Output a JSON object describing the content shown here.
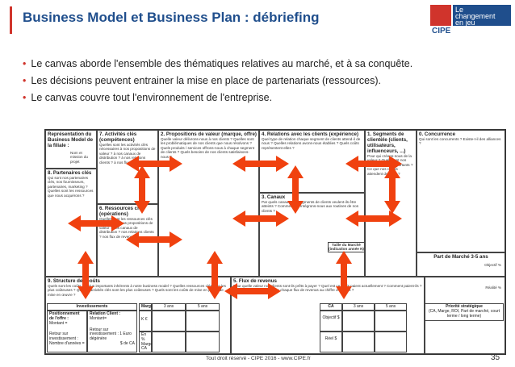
{
  "header": {
    "title": "Business Model et Business Plan : débriefing",
    "logo_abbr": "CIPE",
    "logo_line1": "Le",
    "logo_line2": "changement",
    "logo_line3": "en jeu"
  },
  "bullets": [
    "Le canvas aborde l'ensemble des thématiques relatives au marché, et à sa conquête.",
    "Les décisions peuvent entrainer la mise en place de partenariats (ressources).",
    "Le canvas couvre tout l'environnement de l'entreprise."
  ],
  "canvas": {
    "c_rep_title": "Représentation du Business Model de la filiale :",
    "c_rep_note": "Nom et mission du projet",
    "c7_title": "7. Activités clés (compétences)",
    "c7_text": "Quelles sont les activités clés nécessaires à nos propositions de valeur ? à nos canaux de distribution ? à nos relations clients ? à nos flux de revenus ?",
    "c2_title": "2. Propositions de valeur (marque, offre)",
    "c2_text": "Quelle valeur délivrons-nous à nos clients ? Quelles sont les problématiques de nos clients que nous résolvons ? Quels produits / services offrons-nous à chaque segment de clients ? Quels besoins de nos clients satisfaisons-nous ?",
    "c4_title": "4. Relations avec les clients (expérience)",
    "c4_text": "Quel type de relation chaque segment de clients attend-il de nous ? Quelles relations avons-nous établies ? Quels coûts représentent-elles ?",
    "c1_title": "1. Segments de clientèle (clients, utilisateurs, influenceurs, ...)",
    "c1_text": "Pour qui créons-nous de la valeur ? Quels sont nos clients les plus importants ? Ce que nos clients attendent de nous ?",
    "c0_title": "0. Concurrence",
    "c0_text": "Qui sont les concurrents ? Existe-t-il des alliances ?",
    "c8_title": "8. Partenaires clés",
    "c8_text": "Qui sont nos partenaires clés, nos fournisseurs, partenaires, marketing ? Quelles sont les ressources que nous acquérons ?",
    "c6_title": "6. Ressources clés (opérations)",
    "c6_text": "Quelles sont les ressources clés requises par nos propositions de valeur ? nos canaux de distribution ? nos relations clients ? nos flux de revenus ?",
    "c3_title": "3. Canaux",
    "c3_text": "Par quels canaux nos segments de clients veulent-ils être atteints ? Comment les intégrons-nous aux routines de nos clients ?",
    "taille_title": "Taille du Marché (indication année N)",
    "part_title": "Part de Marché 3-5 ans",
    "objectif_label": "Objectif %",
    "realite_label": "Réalité %",
    "c9_title": "9. Structure des coûts",
    "c9_text": "Quels sont les coûts les plus importants inhérents à notre business model ? Quelles ressources clés sont les plus coûteuses ? Quelles activités clés sont les plus coûteuses ? Quels sont les coûts de mise en place/ de mise en œuvre ?",
    "c5_title": "5. Flux de revenus",
    "c5_text": "Pour quelle valeur nos clients sont-ils prêts à payer ? Quel est ce qu'ils paient actuellement ? Comment paient-ils ? Quelle est la contribution de chaque flux de revenus au chiffre d'affaires ?",
    "invest_header": "Investissements",
    "inv_pos_title": "Positionnement de l'offre :",
    "inv_pos_value": "Montant =",
    "inv_rel_title": "Relation Client :",
    "inv_rel_value": "Montant=",
    "inv_retour1": "Retour sur investissement : Nombre d'années =",
    "inv_retour2": "Retour sur investissement : 1 Euro dégénère",
    "inv_amount": "$ de CA",
    "marge_header": "Marge",
    "marge_3": "3 ans",
    "marge_5": "5 ans",
    "marge_k": "K €",
    "marge_en": "En %",
    "marge_ca": "Marge CA",
    "ca_header": "CA",
    "ca_3": "3 ans",
    "ca_5": "5 ans",
    "ca_obj": "Objectif $",
    "ca_reel": "Réel $",
    "prio_title": "Priorité stratégique",
    "prio_text": "(CA, Marge, ROI, Part de marché, court terme / long terme)"
  },
  "footer": {
    "text": "Tout droit réservé - CIPE 2016 - www.CIPE.fr",
    "page": "35"
  },
  "colors": {
    "accent": "#d0342c",
    "title": "#1f4e8c",
    "arrow": "#f0410f"
  }
}
